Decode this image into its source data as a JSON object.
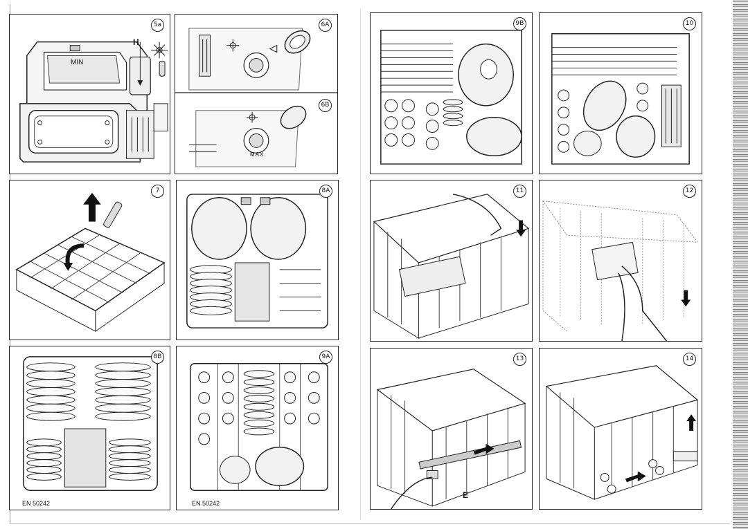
{
  "panels": [
    {
      "id": "5a",
      "badge": "5a",
      "labels": {
        "h": "H",
        "min": "MIN"
      }
    },
    {
      "id": "6",
      "badge_a": "6A",
      "badge_b": "6B",
      "labels": {
        "max": "MAX"
      }
    },
    {
      "id": "7",
      "badge": "7"
    },
    {
      "id": "8a",
      "badge": "8A"
    },
    {
      "id": "8b",
      "badge": "8B",
      "caption": "EN 50242"
    },
    {
      "id": "9a",
      "badge": "9A",
      "caption": "EN 50242"
    },
    {
      "id": "9b",
      "badge": "9B"
    },
    {
      "id": "10",
      "badge": "10"
    },
    {
      "id": "11",
      "badge": "11"
    },
    {
      "id": "12",
      "badge": "12"
    },
    {
      "id": "13",
      "badge": "13",
      "labels": {
        "e": "E"
      }
    },
    {
      "id": "14",
      "badge": "14"
    }
  ]
}
